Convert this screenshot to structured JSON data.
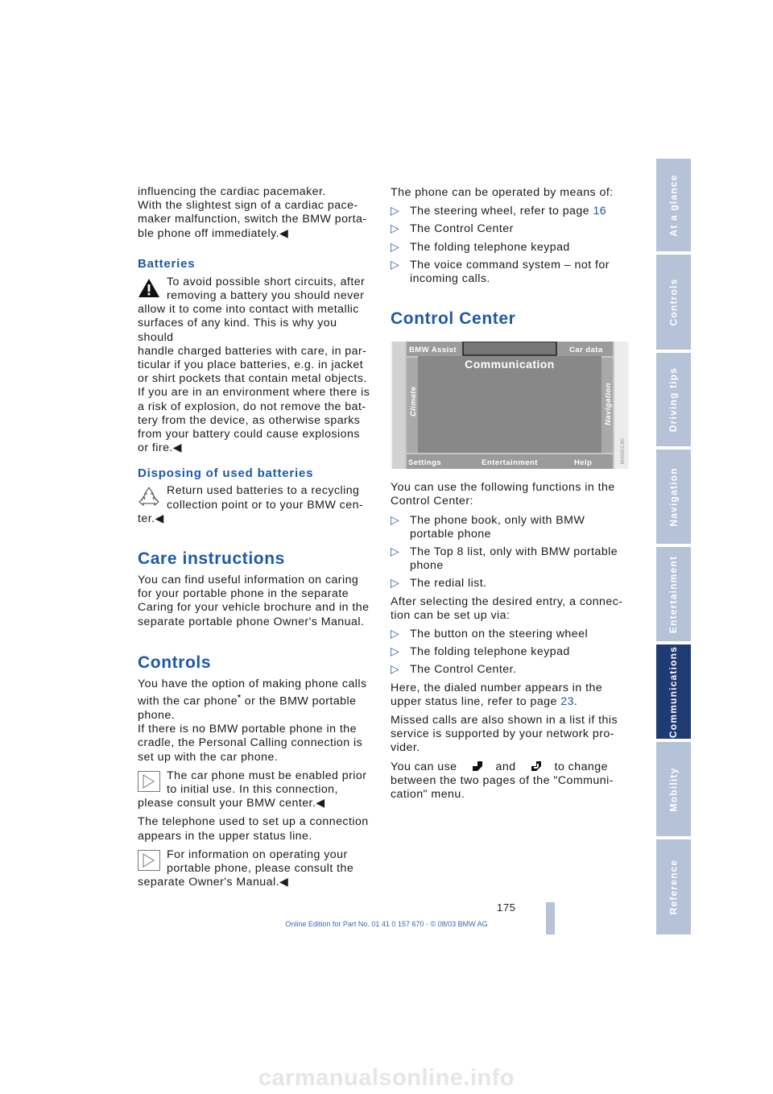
{
  "left": {
    "intro": [
      "influencing the cardiac pacemaker.",
      "With the slightest sign of a cardiac pace-",
      "maker malfunction, switch the BMW porta-",
      "ble phone off immediately.◀"
    ],
    "batteries_heading": "Batteries",
    "batteries_text": [
      "To avoid possible short circuits, after",
      "removing a battery you should never",
      "allow it to come into contact with metallic",
      "surfaces of any kind. This is why you should",
      "handle charged batteries with care, in par-",
      "ticular if you place batteries, e.g. in jacket",
      "or shirt pockets that contain metal objects.",
      "If you are in an environment where there is",
      "a risk of explosion, do not remove the bat-",
      "tery from the device, as otherwise sparks",
      "from your battery could cause explosions",
      "or fire.◀"
    ],
    "disposing_heading": "Disposing of used batteries",
    "disposing_text": [
      "Return used batteries to a recycling",
      "collection point or to your BMW cen-",
      "ter.◀"
    ],
    "care_heading": "Care instructions",
    "care_text": [
      "You can find useful information on caring",
      "for your portable phone in the separate",
      "Caring for your vehicle brochure and in the",
      "separate portable phone Owner's Manual."
    ],
    "controls_heading": "Controls",
    "controls_text_a": "You have the option of making phone calls",
    "controls_text_b": "with the car phone",
    "controls_star": "*",
    "controls_text_c": " or the BMW portable",
    "controls_text_rest": [
      "phone.",
      "If there is no BMW portable phone in the",
      "cradle, the Personal Calling connection is",
      "set up with the car phone."
    ],
    "note1": [
      "The car phone must be enabled prior",
      "to initial use. In this connection,",
      "please consult your BMW center.◀"
    ],
    "telephone_text": [
      "The telephone used to set up a connection",
      "appears in the upper status line."
    ],
    "note2": [
      "For information on operating your",
      "portable phone, please consult the",
      "separate Owner's Manual.◀"
    ]
  },
  "right": {
    "operated_intro": "The phone can be operated by means of:",
    "bullet_marker": "▷",
    "operated_items": [
      {
        "text": "The steering wheel, refer to page ",
        "link": "16"
      },
      {
        "text": "The Control Center",
        "link": ""
      },
      {
        "text": "The folding telephone keypad",
        "link": ""
      },
      {
        "text": "The voice command system – not for incoming calls.",
        "link": ""
      }
    ],
    "control_center_heading": "Control Center",
    "screen": {
      "top_left": "BMW Assist",
      "top_right": "Car data",
      "title": "Communication",
      "left": "Climate",
      "right": "Navigation",
      "bottom_left": "Settings",
      "bottom_center": "Entertainment",
      "bottom_right": "Help",
      "code": "MH00IC80"
    },
    "functions_intro": [
      "You can use the following functions in the",
      "Control Center:"
    ],
    "functions_items": [
      "The phone book, only with BMW portable phone",
      "The Top 8 list, only with BMW portable phone",
      "The redial list."
    ],
    "after_text": [
      "After selecting the desired entry, a connec-",
      "tion can be set up via:"
    ],
    "via_items": [
      "The button on the steering wheel",
      "The folding telephone keypad",
      "The Control Center."
    ],
    "dialed_text": "Here, the dialed number appears in the upper status line, refer to page ",
    "dialed_link": "23",
    "dialed_end": ".",
    "missed_text": [
      "Missed calls are also shown in a list if this",
      "service is supported by your network pro-",
      "vider."
    ],
    "use_a": "You can use",
    "use_b": "and",
    "use_c": "to change",
    "use_rest": [
      "between the two pages of the \"Communi-",
      "cation\" menu."
    ]
  },
  "tabs": [
    "At a glance",
    "Controls",
    "Driving tips",
    "Navigation",
    "Entertainment",
    "Communications",
    "Mobility",
    "Reference"
  ],
  "active_tab": "Communications",
  "page_number": "175",
  "footer": "Online Edition for Part No. 01 41 0 157 670 - © 08/03 BMW AG",
  "watermark": "carmanualsonline.info",
  "colors": {
    "accent": "#1d58a6",
    "tab_inactive": "#b6c2d8",
    "tab_active": "#1f3b74"
  }
}
